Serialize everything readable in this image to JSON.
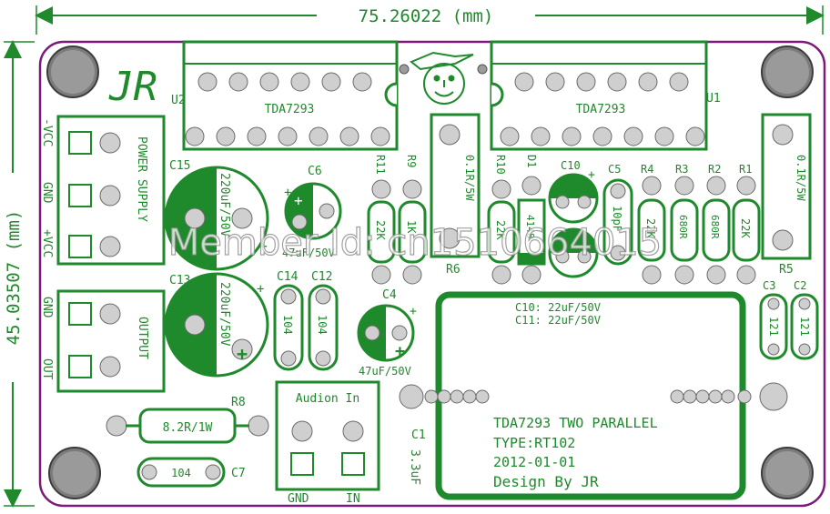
{
  "dimensions": {
    "width_label": "75.26022 (mm)",
    "height_label": "45.03507 (mm)"
  },
  "logo": "JR",
  "ics": [
    {
      "ref": "U2",
      "part": "TDA7293"
    },
    {
      "ref": "U1",
      "part": "TDA7293"
    }
  ],
  "power_supply": {
    "title": "POWER SUPPLY",
    "pins": [
      "-VCC",
      "GND",
      "+VCC"
    ]
  },
  "output": {
    "title": "OUTPUT",
    "pins": [
      "GND",
      "OUT"
    ]
  },
  "caps": {
    "c15": {
      "ref": "C15",
      "value": "220uF/50V"
    },
    "c13": {
      "ref": "C13",
      "value": "220uF/50V"
    },
    "c6": {
      "ref": "C6",
      "value": "47uF/50V"
    },
    "c4": {
      "ref": "C4",
      "value": "47uF/50V"
    },
    "c14": {
      "ref": "C14",
      "value": "104"
    },
    "c12": {
      "ref": "C12",
      "value": "104"
    },
    "c10": {
      "ref": "C10"
    },
    "c11": {
      "ref": "C11"
    },
    "c5": {
      "ref": "C5",
      "value": "10pF"
    },
    "c3": {
      "ref": "C3",
      "value": "121"
    },
    "c2": {
      "ref": "C2",
      "value": "121"
    },
    "c7": {
      "ref": "C7",
      "value": "104"
    },
    "c1": {
      "ref": "C1",
      "value": "3.3uF"
    }
  },
  "resistors": {
    "r11": {
      "ref": "R11",
      "value": "22K"
    },
    "r9": {
      "ref": "R9",
      "value": "1K"
    },
    "r6": {
      "ref": "R6",
      "value": "0.1R/5W"
    },
    "r10": {
      "ref": "R10",
      "value": "22K"
    },
    "r4": {
      "ref": "R4",
      "value": "22K"
    },
    "r3": {
      "ref": "R3",
      "value": "680R"
    },
    "r2": {
      "ref": "R2",
      "value": "680R"
    },
    "r1": {
      "ref": "R1",
      "value": "22K"
    },
    "r5": {
      "ref": "R5",
      "value": "0.1R/5W"
    },
    "r8": {
      "ref": "R8",
      "value": "8.2R/1W"
    }
  },
  "diode": {
    "ref": "D1",
    "value": "4148"
  },
  "audio_in": {
    "title": "Audion In",
    "pins": [
      "GND",
      "IN"
    ]
  },
  "c1_box": {
    "cap_note_1": "C10: 22uF/50V",
    "cap_note_2": "C11: 22uF/50V",
    "title": "TDA7293 TWO PARALLEL",
    "type": "TYPE:RT102",
    "date": "2012-01-01",
    "design": "Design By JR"
  },
  "watermark": "Member Id: cn1510664015",
  "colors": {
    "silkscreen": "#1e8a2b",
    "outline": "#7b1a7a",
    "pad": "#cfcfcf"
  }
}
